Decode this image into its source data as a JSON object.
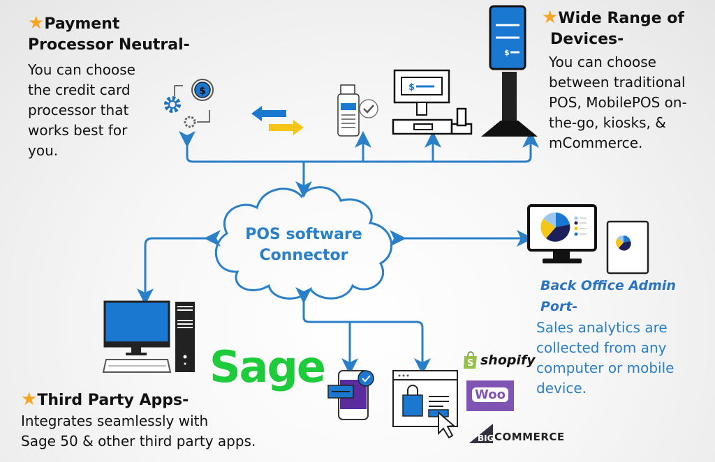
{
  "sections": {
    "payment": {
      "title_line1": "Payment",
      "title_line2": "Processor Neutral-",
      "body": [
        "You can choose",
        "the credit card",
        "processor that",
        "works best for",
        "you."
      ]
    },
    "devices": {
      "title_line1": "Wide Range of",
      "title_line2": "Devices-",
      "body": [
        "You can choose",
        "between traditional",
        "POS, MobilePOS on-",
        "the-go, kiosks, &",
        "mCommerce."
      ]
    },
    "back_office": {
      "title_line1": "Back Office Admin",
      "title_line2": "Port-",
      "body": [
        "Sales analytics are",
        "collected from any",
        "computer or mobile",
        "device."
      ]
    },
    "third_party": {
      "title": "Third Party Apps-",
      "body": [
        "Integrates seamlessly with",
        "Sage 50 & other third party apps."
      ]
    }
  },
  "hub": {
    "line1": "POS software",
    "line2": "Connector"
  },
  "logos": {
    "sage": "Sage",
    "shopify": "shopify",
    "woo": "Woo",
    "bigcommerce_big": "BIG",
    "bigcommerce_rest": "COMMERCE"
  },
  "icons": {
    "star": "★",
    "dollar": "$"
  },
  "colors": {
    "accent_blue": "#2a7fc9",
    "star_orange": "#f6a623",
    "sage_green": "#1ecb3a",
    "woo_purple": "#7f54b3",
    "arrow_yellow": "#f5c518"
  }
}
